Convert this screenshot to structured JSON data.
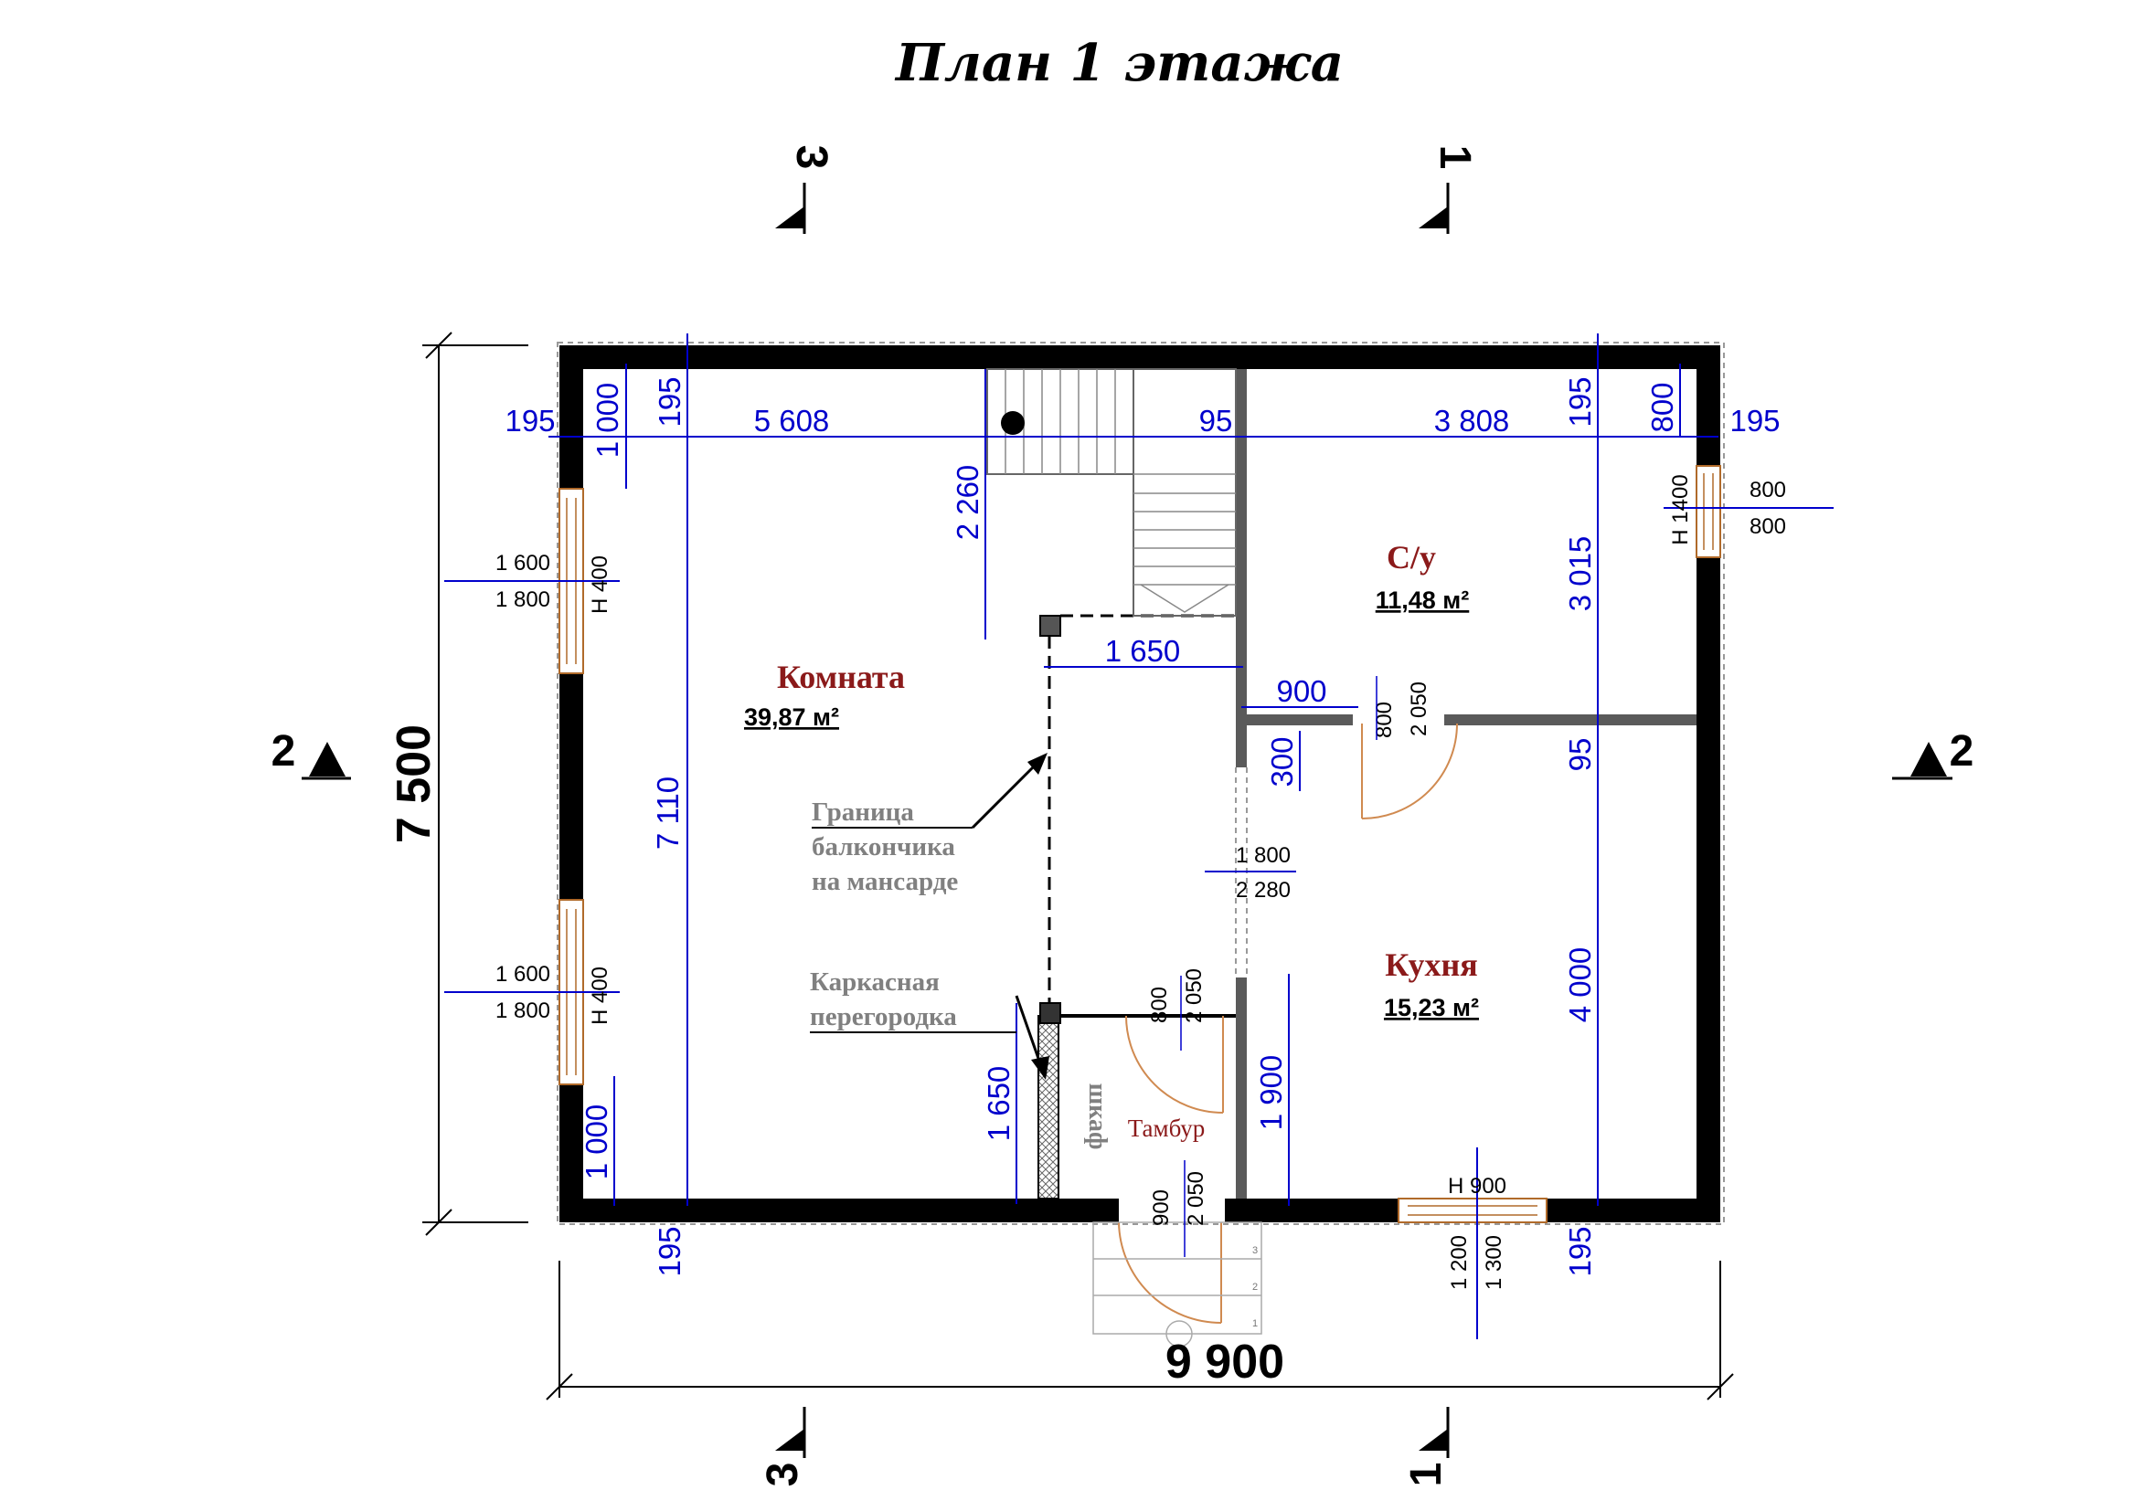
{
  "title": "План 1 этажа",
  "rooms": {
    "main": {
      "name": "Комната",
      "area": "39,87 м²"
    },
    "bath": {
      "name": "С/у",
      "area": "11,48 м²"
    },
    "kitchen": {
      "name": "Кухня",
      "area": "15,23 м²"
    },
    "vestibule": {
      "name": "Тамбур"
    },
    "wardrobe": {
      "name": "шкаф"
    }
  },
  "notes": {
    "balcony": [
      "Граница",
      "балкончика",
      "на мансарде"
    ],
    "partition": [
      "Каркасная",
      "перегородка"
    ]
  },
  "overall": {
    "width": "9 900",
    "height": "7 500"
  },
  "dims": {
    "top_left_wall": "195",
    "top_left_offset": "1 000",
    "top_left_wall_v": "195",
    "top_room": "5 608",
    "top_inner_wall": "95",
    "top_right_room": "3 808",
    "top_right_wall_v": "195",
    "top_right_offset": "800",
    "top_right_wall": "195",
    "stair_vertical": "2 260",
    "stair_width": "1 650",
    "main_height": "7 110",
    "bath_height": "3 015",
    "bath_wall": "95",
    "kitchen_height": "4 000",
    "door_bath_offset": "900",
    "door_bath_small": "300",
    "opening": [
      "1 800",
      "2 280"
    ],
    "partition_v": "1 650",
    "bottom_left_offset": "1 000",
    "bottom_left_wall": "195",
    "kitchen_door_v": "1 900",
    "bottom_right_wall": "195",
    "window_kitchen": [
      "1 200",
      "1 300"
    ]
  },
  "windows": {
    "left_top": {
      "h": "Н 400",
      "a": "1 600",
      "b": "1 800"
    },
    "left_bottom": {
      "h": "Н 400",
      "a": "1 600",
      "b": "1 800"
    },
    "right": {
      "h": "Н 1400",
      "a": "800",
      "b": "800"
    },
    "bottom": {
      "h": "Н 900"
    }
  },
  "doors": {
    "bath": [
      "800",
      "2 050"
    ],
    "vestibule_inner": [
      "800",
      "2 050"
    ],
    "entrance": [
      "900",
      "2 050"
    ]
  },
  "steps": [
    "3",
    "2",
    "1"
  ],
  "sections": {
    "s1": "1",
    "s2": "2",
    "s3": "3"
  }
}
